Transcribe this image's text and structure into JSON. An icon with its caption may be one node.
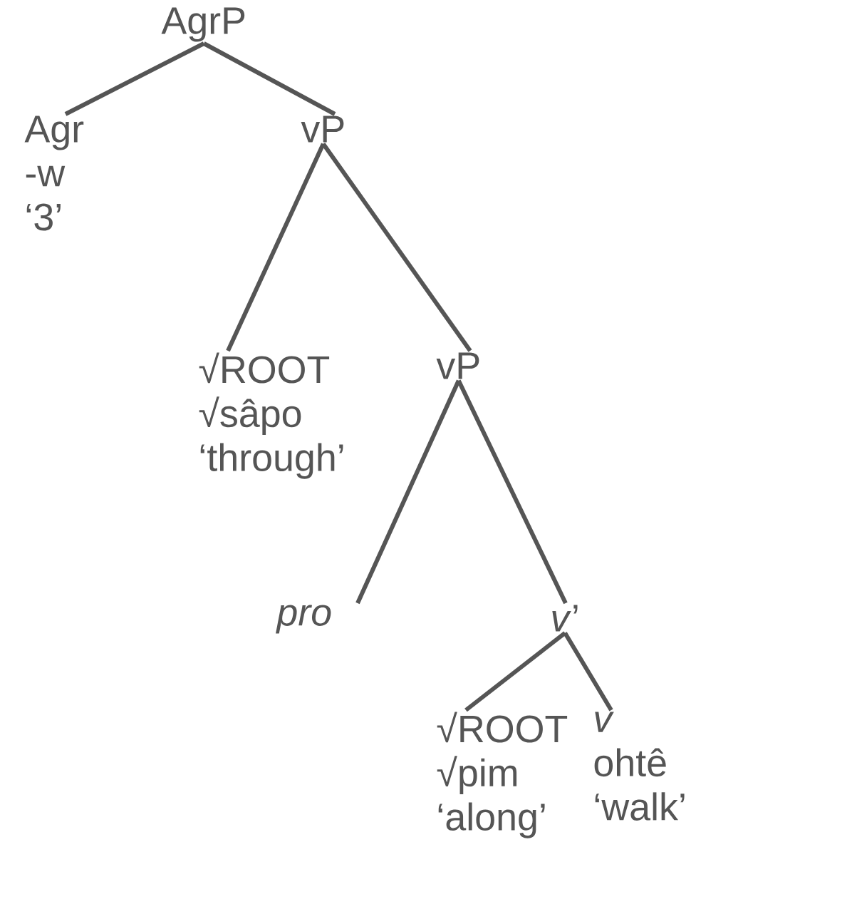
{
  "diagram": {
    "nodes": [
      {
        "text": [
          "AgrP"
        ]
      },
      {
        "text": [
          "Agr",
          "-w",
          "‘3’"
        ]
      },
      {
        "text": [
          "vP"
        ]
      },
      {
        "text": [
          "√ROOT",
          "√sâpo",
          "‘through’"
        ]
      },
      {
        "text": [
          "vP"
        ]
      },
      {
        "text": [
          "*pro*"
        ]
      },
      {
        "text": [
          "*v*’"
        ]
      },
      {
        "text": [
          "√ROOT",
          "√pim",
          "‘along’"
        ]
      },
      {
        "text": [
          "*v*",
          "ohtê",
          "‘walk’"
        ]
      }
    ],
    "edges": [
      {
        "from": 0,
        "to": 1,
        "arrow": "none"
      },
      {
        "from": 0,
        "to": 2,
        "arrow": "none"
      },
      {
        "from": 2,
        "to": 3,
        "arrow": "none"
      },
      {
        "from": 2,
        "to": 4,
        "arrow": "none"
      },
      {
        "from": 4,
        "to": 5,
        "arrow": "none"
      },
      {
        "from": 4,
        "to": 6,
        "arrow": "none"
      },
      {
        "from": 6,
        "to": 7,
        "arrow": "none"
      },
      {
        "from": 6,
        "to": 8,
        "arrow": "none"
      }
    ]
  }
}
